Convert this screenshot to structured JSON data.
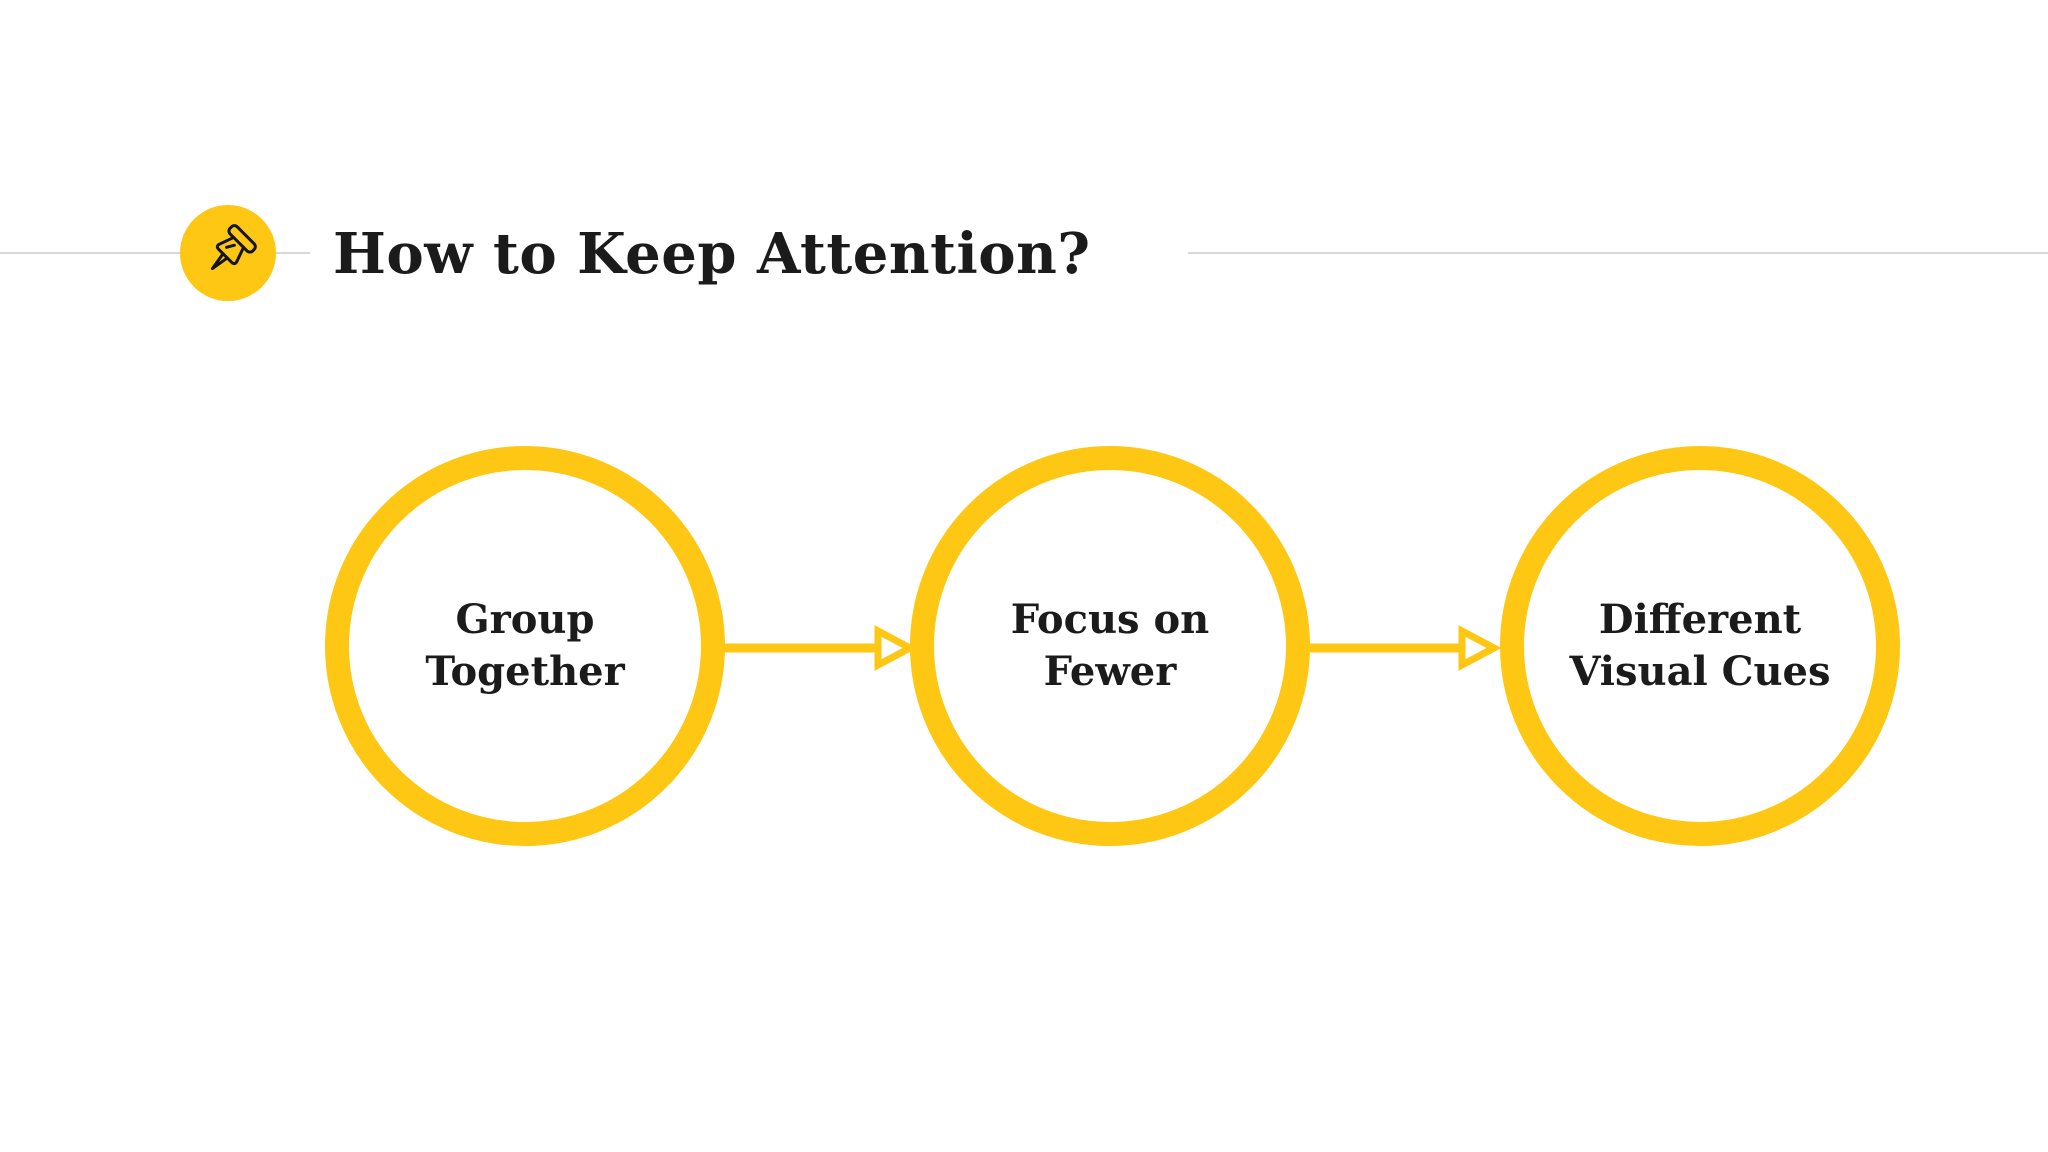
{
  "slide": {
    "title": "How to Keep Attention?",
    "header_icon": "pushpin-icon",
    "colors": {
      "accent_yellow": "#FDC713",
      "divider_gray": "#D8D8D8",
      "text_black": "#1B1B1B",
      "background": "#FFFFFF"
    }
  },
  "flow": {
    "steps": [
      {
        "label": "Group Together",
        "lines": [
          "Group",
          "Together"
        ]
      },
      {
        "label": "Focus on Fewer",
        "lines": [
          "Focus on",
          "Fewer"
        ]
      },
      {
        "label": "Different Visual Cues",
        "lines": [
          "Different",
          "Visual Cues"
        ]
      }
    ]
  }
}
